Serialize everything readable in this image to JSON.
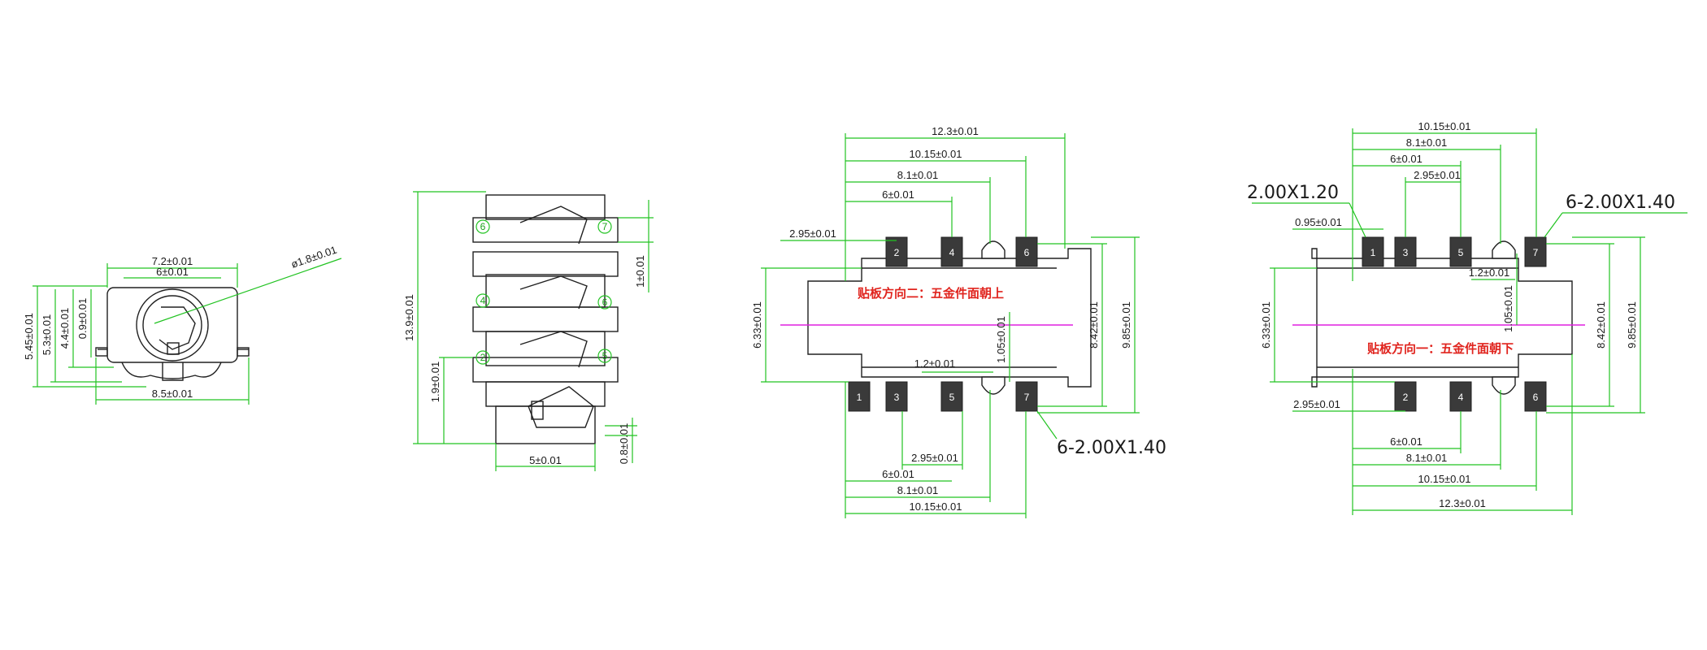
{
  "front_view": {
    "width_outer": "7.2±0.01",
    "width_inner": "6±0.01",
    "hole_diameter": "ø1.8±0.01",
    "base_width": "8.5±0.01",
    "h_545": "5.45±0.01",
    "h_53": "5.3±0.01",
    "h_44": "4.4±0.01",
    "h_09": "0.9±0.01"
  },
  "side_view": {
    "total_height": "13.9±0.01",
    "height_19": "1.9±0.01",
    "width_5": "5±0.01",
    "pitch_1": "1±0.01",
    "gap_08": "0.8±0.01",
    "pins_right": [
      "7",
      "6",
      "5"
    ],
    "pins_left": [
      "6",
      "4",
      "2"
    ]
  },
  "top_view": {
    "d_123": "12.3±0.01",
    "d_1015_top": "10.15±0.01",
    "d_81_top": "8.1±0.01",
    "d_6_top": "6±0.01",
    "d_295_left": "2.95±0.01",
    "d_633": "6.33±0.01",
    "d_105": "1.05±0.01",
    "d_12": "1.2±0.01",
    "d_842": "8.42±0.01",
    "d_985": "9.85±0.01",
    "d_295_bottom": "2.95±0.01",
    "d_6_bottom": "6±0.01",
    "d_81_bottom": "8.1±0.01",
    "d_1015_bottom": "10.15±0.01",
    "pad_label": "6-2.00X1.40",
    "note": "贴板方向二：五金件面朝上",
    "pads_top": [
      "2",
      "4",
      "6"
    ],
    "pads_bottom": [
      "1",
      "3",
      "5",
      "7"
    ]
  },
  "bottom_view": {
    "d_1015_top": "10.15±0.01",
    "d_81_top": "8.1±0.01",
    "d_6_top": "6±0.01",
    "d_295_top": "2.95±0.01",
    "d_095": "0.95±0.01",
    "slot_label": "2.00X1.20",
    "pad_label": "6-2.00X1.40",
    "d_12": "1.2±0.01",
    "d_105": "1.05±0.01",
    "d_633": "6.33±0.01",
    "d_842": "8.42±0.01",
    "d_985": "9.85±0.01",
    "d_295_bottom": "2.95±0.01",
    "d_6_bottom": "6±0.01",
    "d_81_bottom": "8.1±0.01",
    "d_1015_bottom": "10.15±0.01",
    "d_123": "12.3±0.01",
    "note": "贴板方向一：五金件面朝下",
    "pads_top": [
      "1",
      "3",
      "5",
      "7"
    ],
    "pads_bottom": [
      "2",
      "4",
      "6"
    ]
  }
}
